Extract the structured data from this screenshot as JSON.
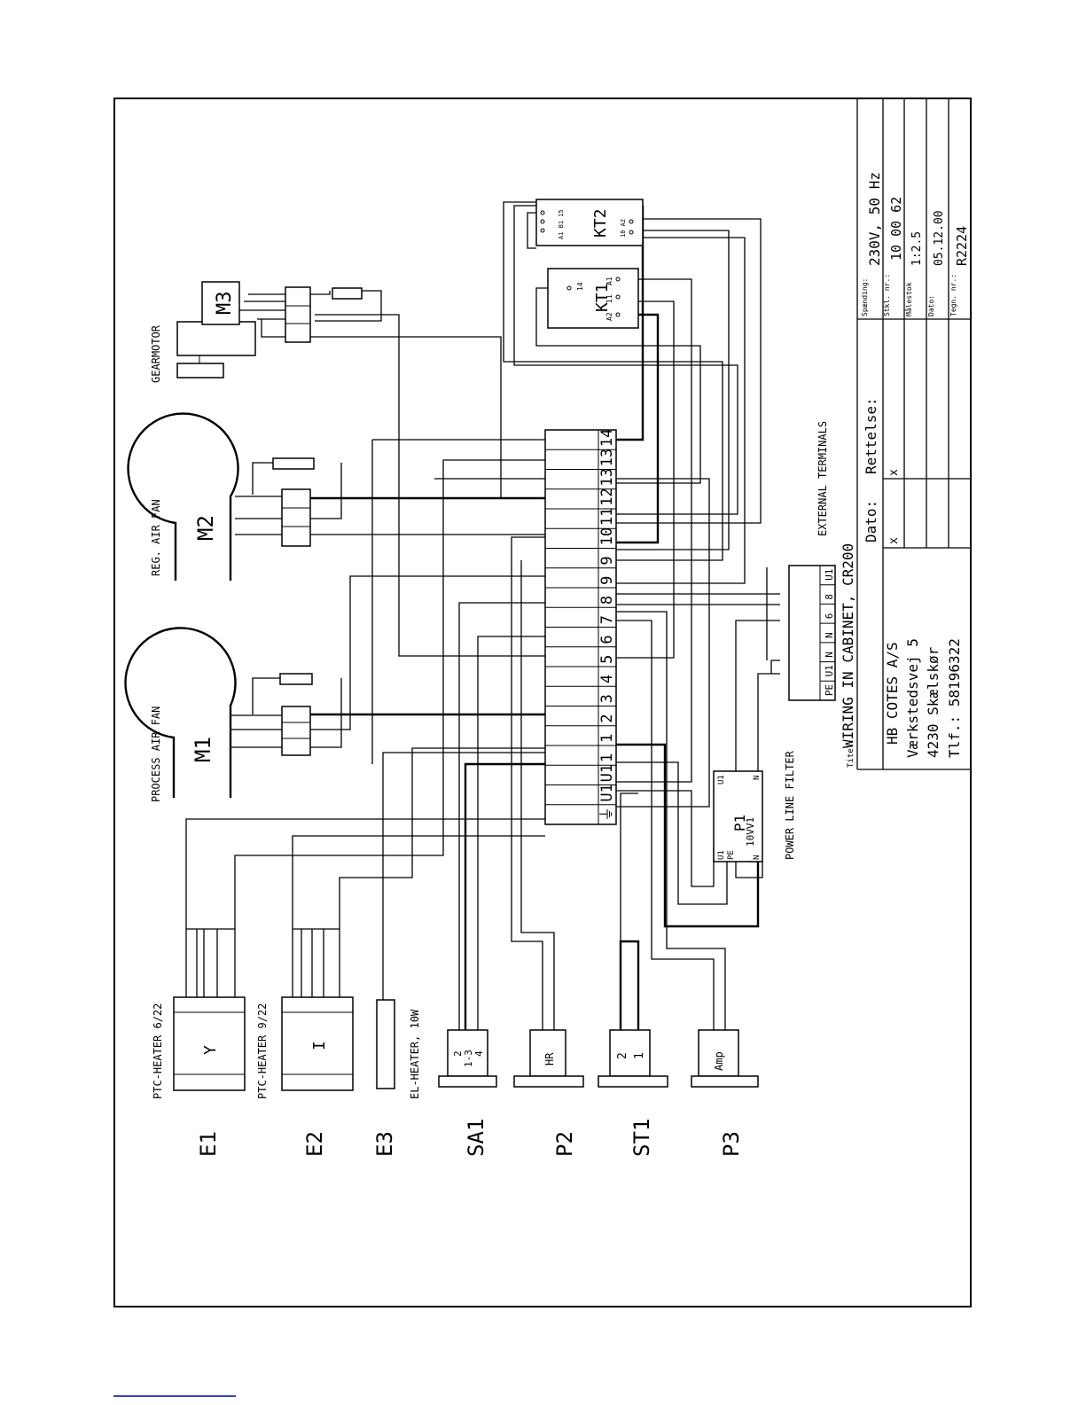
{
  "components": {
    "m1_label": "M1",
    "m1_desc": "PROCESS AIR FAN",
    "m2_label": "M2",
    "m2_desc": "REG. AIR FAN",
    "m3_label": "M3",
    "m3_desc": "GEARMOTOR",
    "e1_label": "E1",
    "e1_desc": "PTC-HEATER 6/22",
    "e1_symbol": "Y",
    "e2_label": "E2",
    "e2_desc": "PTC-HEATER 9/22",
    "e2_symbol": "I",
    "e3_label": "E3",
    "e3_desc": "EL-HEATER, 10W",
    "sa1_label": "SA1",
    "sa1_pins_top": "2",
    "sa1_pins_mid": "1-3",
    "sa1_pins_bot": "4",
    "p2_label": "P2",
    "p2_symbol": "HR",
    "st1_label": "ST1",
    "st1_pin_a": "2",
    "st1_pin_b": "1",
    "p3_label": "P3",
    "p3_symbol": "Amp",
    "kt1_label": "KT1",
    "kt1_pin_14": "14",
    "kt1_pin_a1": "A1",
    "kt1_pin_11": "11",
    "kt1_pin_a2": "A2",
    "kt2_label": "KT2",
    "kt2_pins_left": "A1 B1 15",
    "kt2_pins_right": "18 A2",
    "p1_label": "P1",
    "p1_rating": "10VV1",
    "p1_pin_u1": "U1",
    "p1_pin_pe": "PE",
    "p1_pin_n": "N",
    "p1_out_u1": "U1",
    "p1_out_n": "N",
    "power_line_filter": "POWER LINE FILTER",
    "external_terminals": "EXTERNAL TERMINALS"
  },
  "terminal_strip": {
    "labels": [
      "⏚",
      "U1",
      "U1",
      "1",
      "1",
      "2",
      "3",
      "4",
      "5",
      "6",
      "7",
      "8",
      "9",
      "9",
      "10",
      "11",
      "12",
      "13",
      "13",
      "14"
    ]
  },
  "external_terminal_block": {
    "labels": [
      "PE",
      "U1",
      "N",
      "N",
      "6",
      "8",
      "U1"
    ]
  },
  "title_block": {
    "title_caption": "Titel:",
    "title": "WIRING IN CABINET, CR200",
    "company": "HB COTES A/S",
    "street": "Værkstedsvej 5",
    "city": "4230   Skælskør",
    "phone": "Tlf.: 58196322",
    "dato_caption": "Dato:",
    "dato_value": "x",
    "rettelse_caption": "Rettelse:",
    "rettelse_value": "x",
    "spanding_caption": "Spænding:",
    "spanding_value": "230V, 50 Hz",
    "stkl_caption": "Stkl. nr.:",
    "stkl_value": "10 00 62",
    "malestok_caption": "Målestok",
    "malestok_value": "1:2.5",
    "date_caption": "Dato:",
    "date_value": "05.12.00",
    "tegn_caption": "Tegn. nr.:",
    "tegn_value": "R2224"
  }
}
